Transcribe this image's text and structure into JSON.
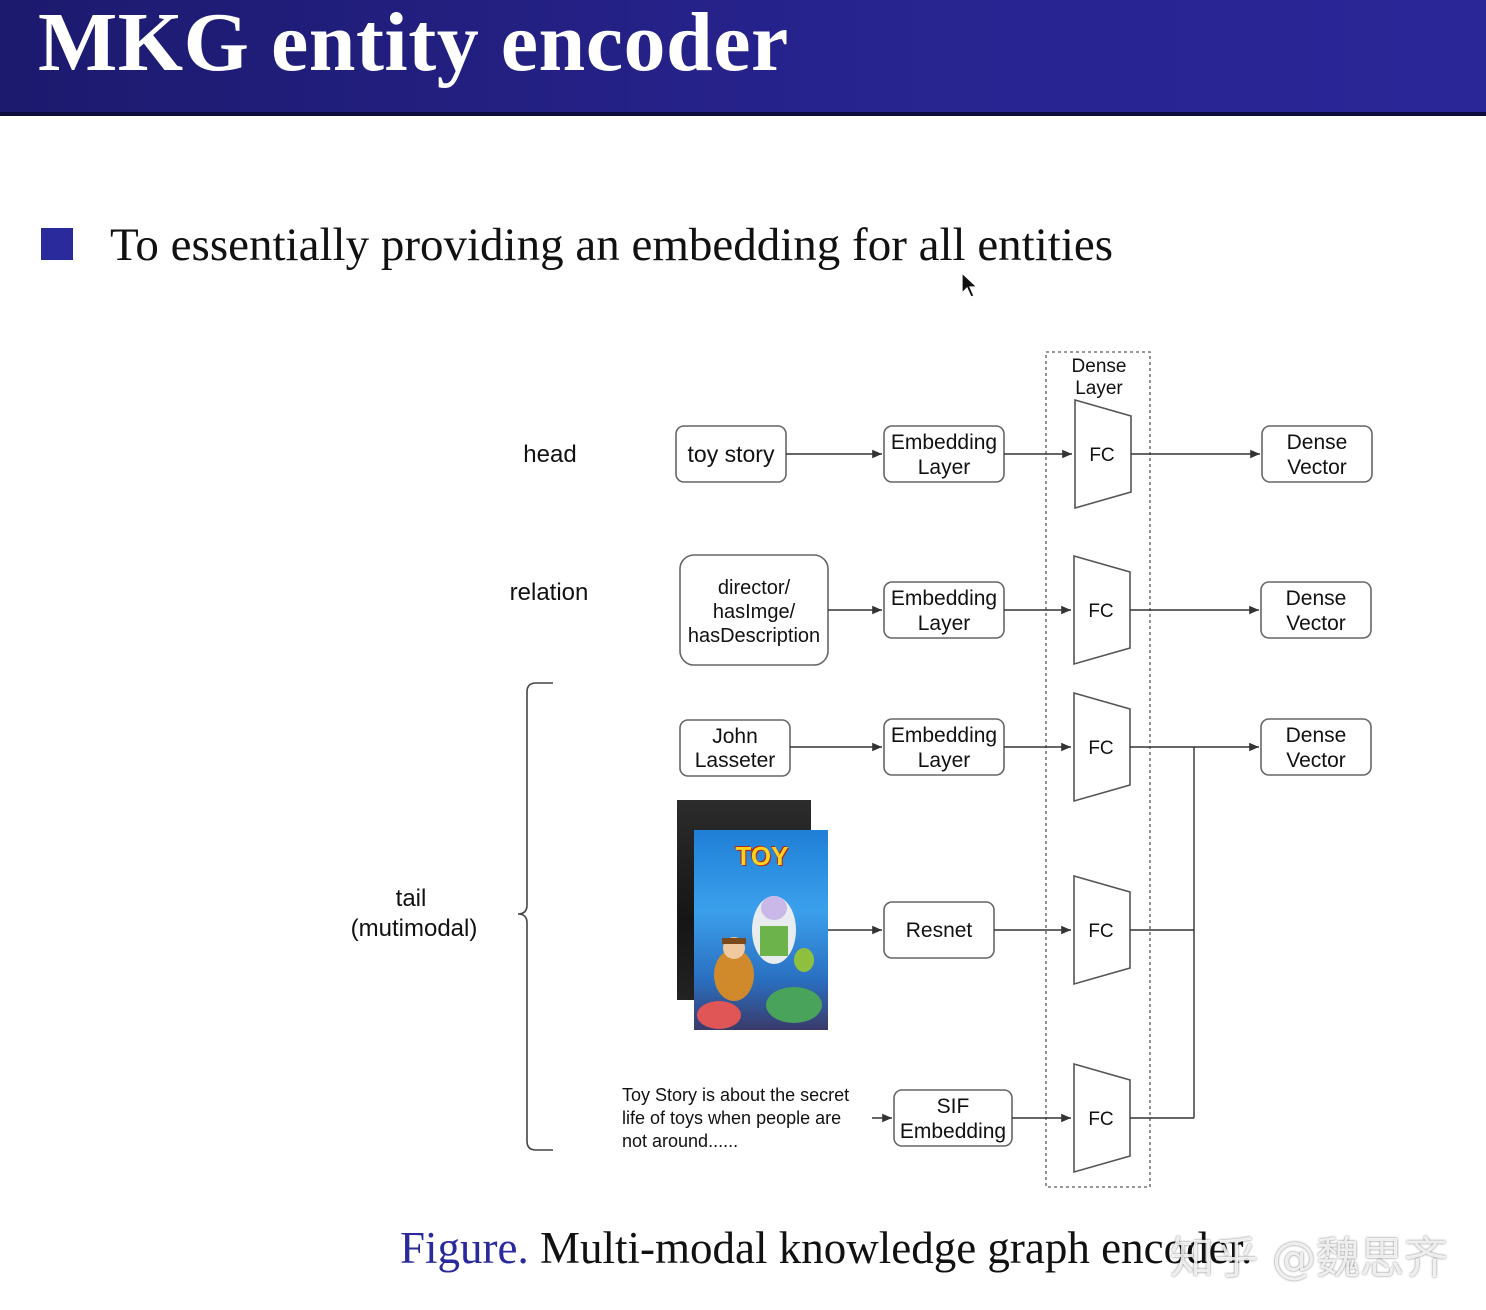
{
  "title": "MKG entity encoder",
  "bullet": "To essentially providing an embedding for all entities",
  "diagram": {
    "dense_layer_label": [
      "Dense",
      "Layer"
    ],
    "row_labels": {
      "head": "head",
      "relation": "relation",
      "tail": [
        "tail",
        "(mutimodal)"
      ]
    },
    "inputs": {
      "head": "toy story",
      "relation": [
        "director/",
        "hasImge/",
        "hasDescription"
      ],
      "tail_text": [
        "John",
        "Lasseter"
      ],
      "tail_image_logo": "TOY",
      "tail_description": [
        "Toy Story is about the secret",
        "life of toys when people are",
        "not around......"
      ]
    },
    "encoders": {
      "embedding": [
        "Embedding",
        "Layer"
      ],
      "resnet": "Resnet",
      "sif": [
        "SIF",
        "Embedding"
      ]
    },
    "fc_label": "FC",
    "output": [
      "Dense",
      "Vector"
    ]
  },
  "caption": {
    "lead": "Figure.",
    "rest": " Multi-modal knowledge graph encoder."
  },
  "watermark": "知乎 @魏思齐",
  "colors": {
    "title_bar": "#27238e",
    "bullet": "#2b2a9c",
    "caption_lead": "#2b2a9c"
  },
  "icons": [
    "mouse-cursor-icon",
    "square-bullet-icon"
  ]
}
